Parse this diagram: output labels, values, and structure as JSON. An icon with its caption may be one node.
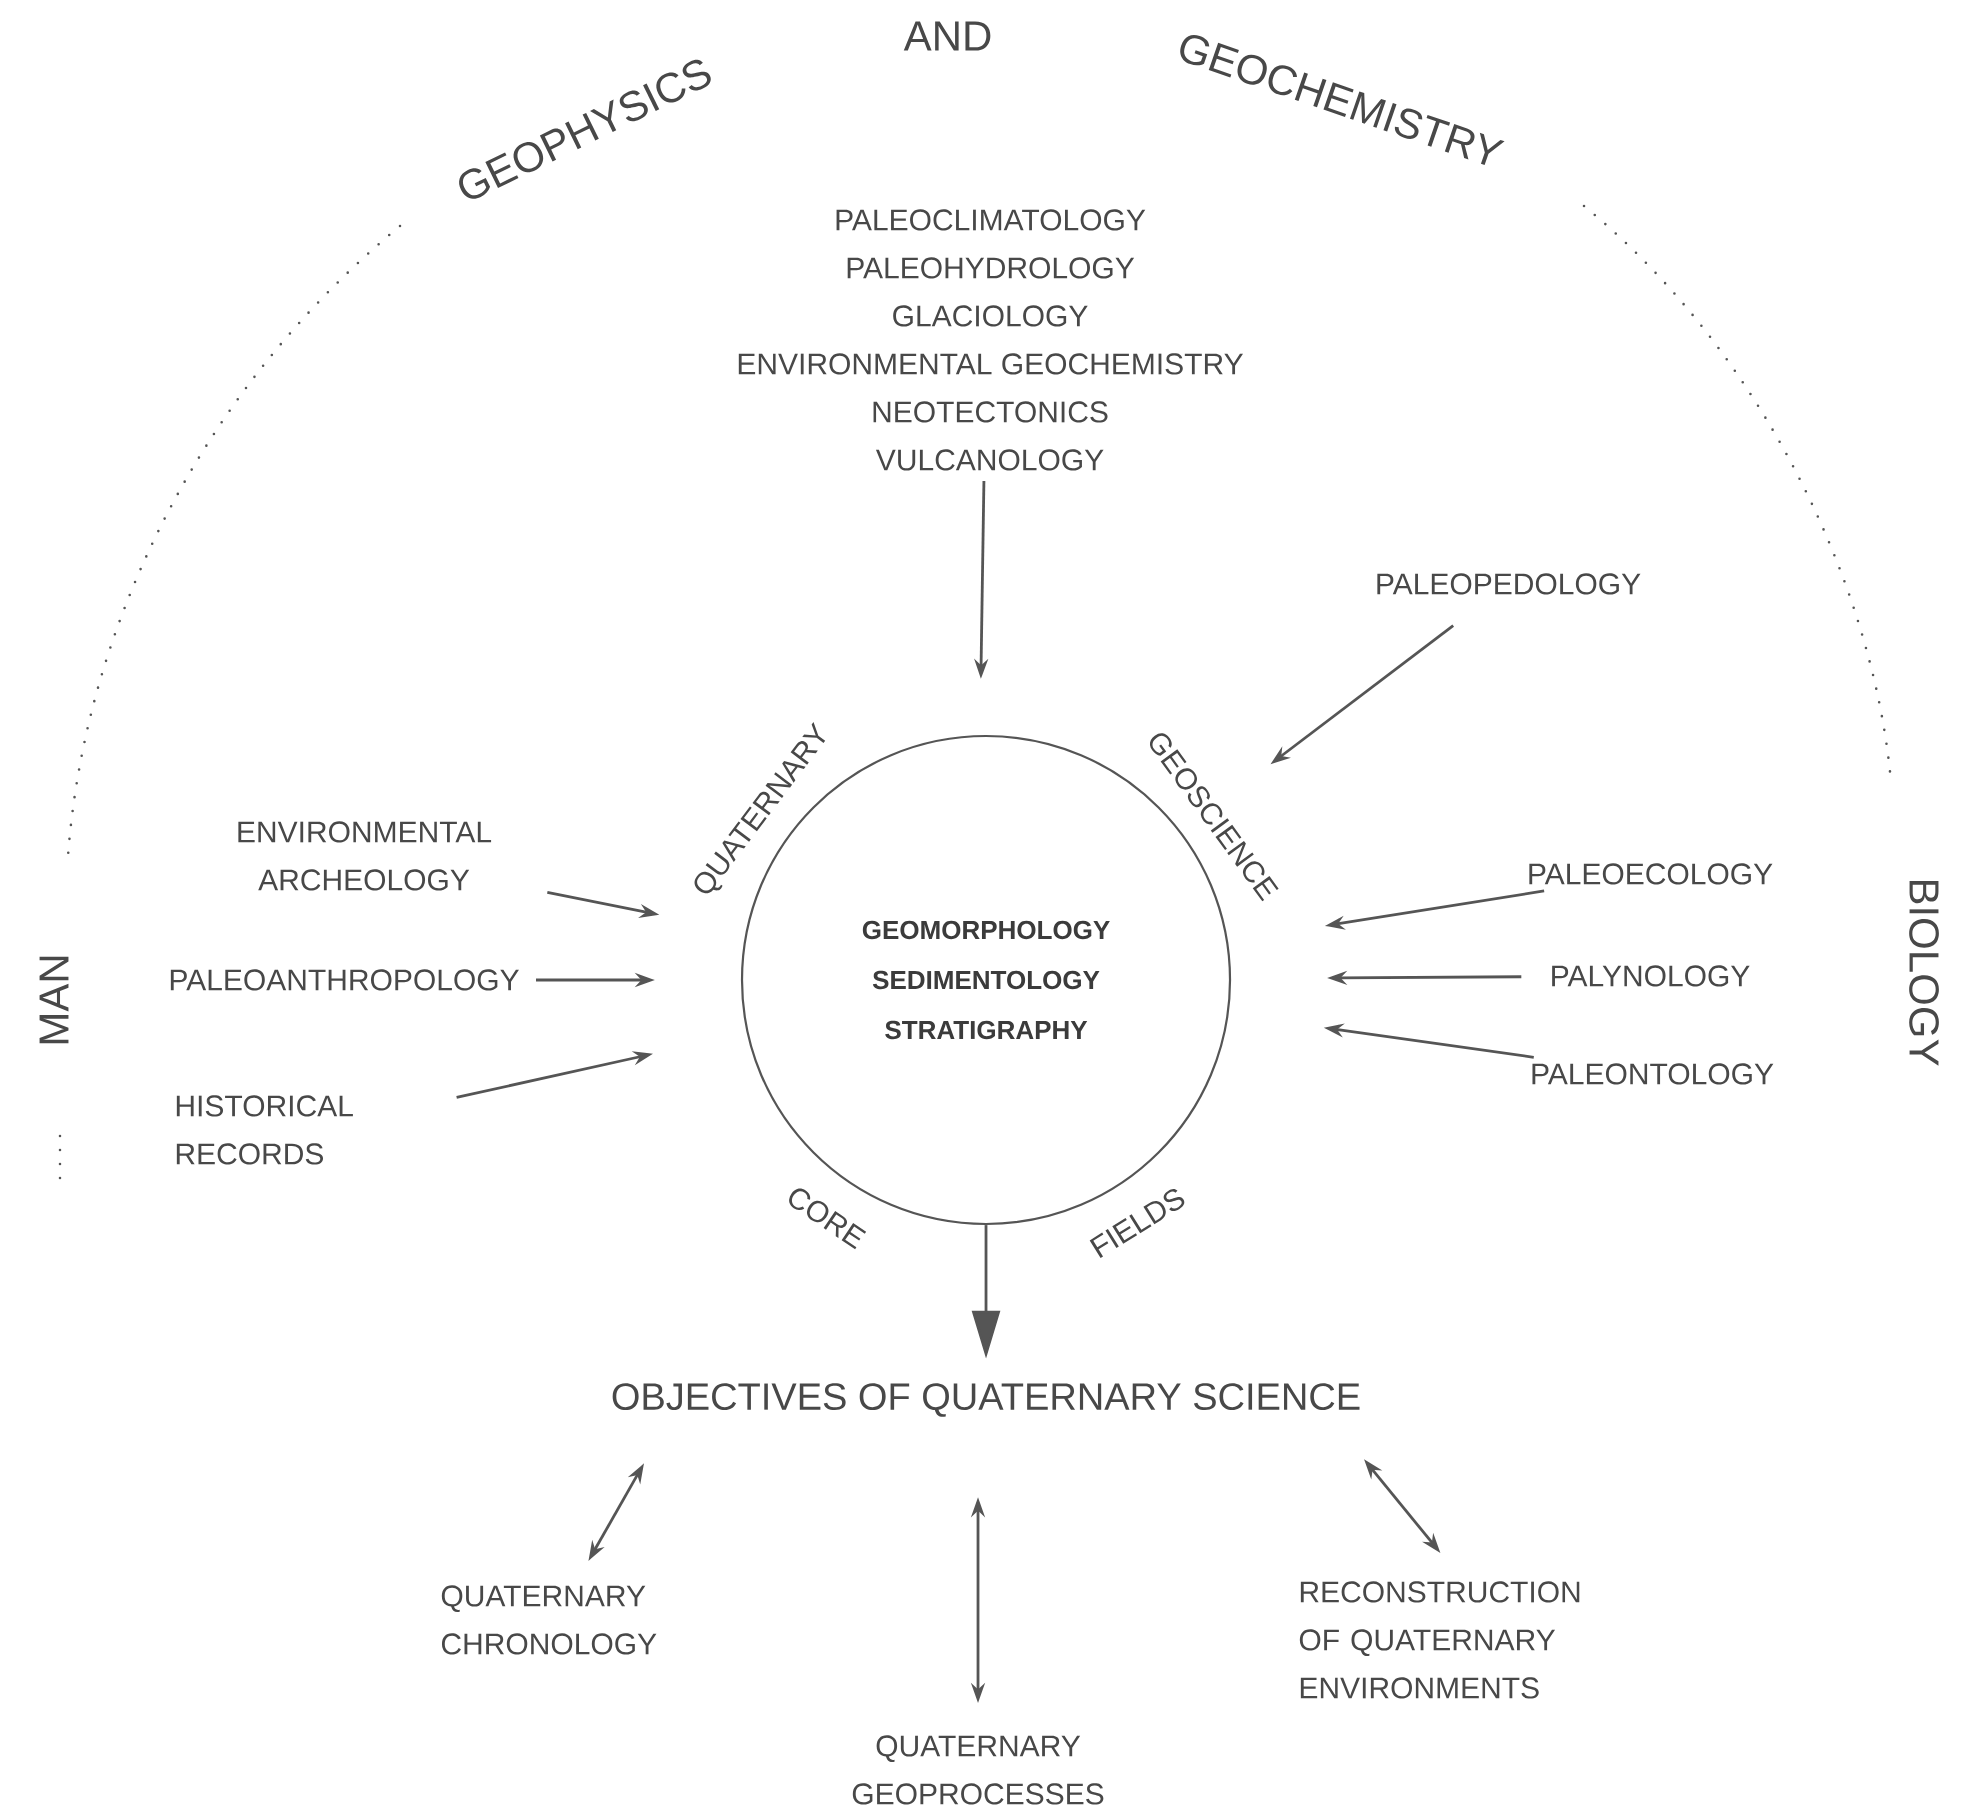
{
  "diagram": {
    "nodes": [
      {
        "text": [
          "PALEOCLIMATOLOGY",
          "PALEOHYDROLOGY",
          "GLACIOLOGY",
          "ENVIRONMENTAL GEOCHEMISTRY",
          "NEOTECTONICS",
          "VULCANOLOGY"
        ]
      },
      {
        "text": [
          "GEOMORPHOLOGY",
          "SEDIMENTOLOGY",
          "STRATIGRAPHY"
        ],
        "beside": [
          "QUATERNARY",
          "GEOSCIENCE",
          "CORE",
          "FIELDS"
        ]
      },
      {
        "text": [
          "PALEOPEDOLOGY"
        ]
      },
      {
        "text": [
          "ENVIRONMENTAL ARCHEOLOGY"
        ]
      },
      {
        "text": [
          "PALEOANTHROPOLOGY"
        ]
      },
      {
        "text": [
          "HISTORICAL RECORDS"
        ]
      },
      {
        "text": [
          "PALEOECOLOGY"
        ]
      },
      {
        "text": [
          "PALYNOLOGY"
        ]
      },
      {
        "text": [
          "PALEONTOLOGY"
        ]
      },
      {
        "text": [
          "OBJECTIVES OF QUATERNARY SCIENCE"
        ]
      },
      {
        "text": [
          "QUATERNARY CHRONOLOGY"
        ]
      },
      {
        "text": [
          "QUATERNARY GEOPROCESSES"
        ]
      },
      {
        "text": [
          "RECONSTRUCTION OF QUATERNARY ENVIRONMENTS"
        ]
      }
    ],
    "edges": [
      {
        "from": 0,
        "to": 1,
        "arrow": "to"
      },
      {
        "from": 2,
        "to": 1,
        "arrow": "to"
      },
      {
        "from": 3,
        "to": 1,
        "arrow": "to"
      },
      {
        "from": 4,
        "to": 1,
        "arrow": "to"
      },
      {
        "from": 5,
        "to": 1,
        "arrow": "to"
      },
      {
        "from": 6,
        "to": 1,
        "arrow": "to"
      },
      {
        "from": 7,
        "to": 1,
        "arrow": "to"
      },
      {
        "from": 8,
        "to": 1,
        "arrow": "to"
      },
      {
        "from": 1,
        "to": 9,
        "arrow": "to"
      },
      {
        "from": 9,
        "to": 10,
        "arrow": "both"
      },
      {
        "from": 9,
        "to": 11,
        "arrow": "both"
      },
      {
        "from": 9,
        "to": 12,
        "arrow": "both"
      }
    ],
    "labels": [
      "GEOPHYSICS",
      "AND",
      "GEOCHEMISTRY",
      "MAN",
      "BIOLOGY"
    ]
  }
}
